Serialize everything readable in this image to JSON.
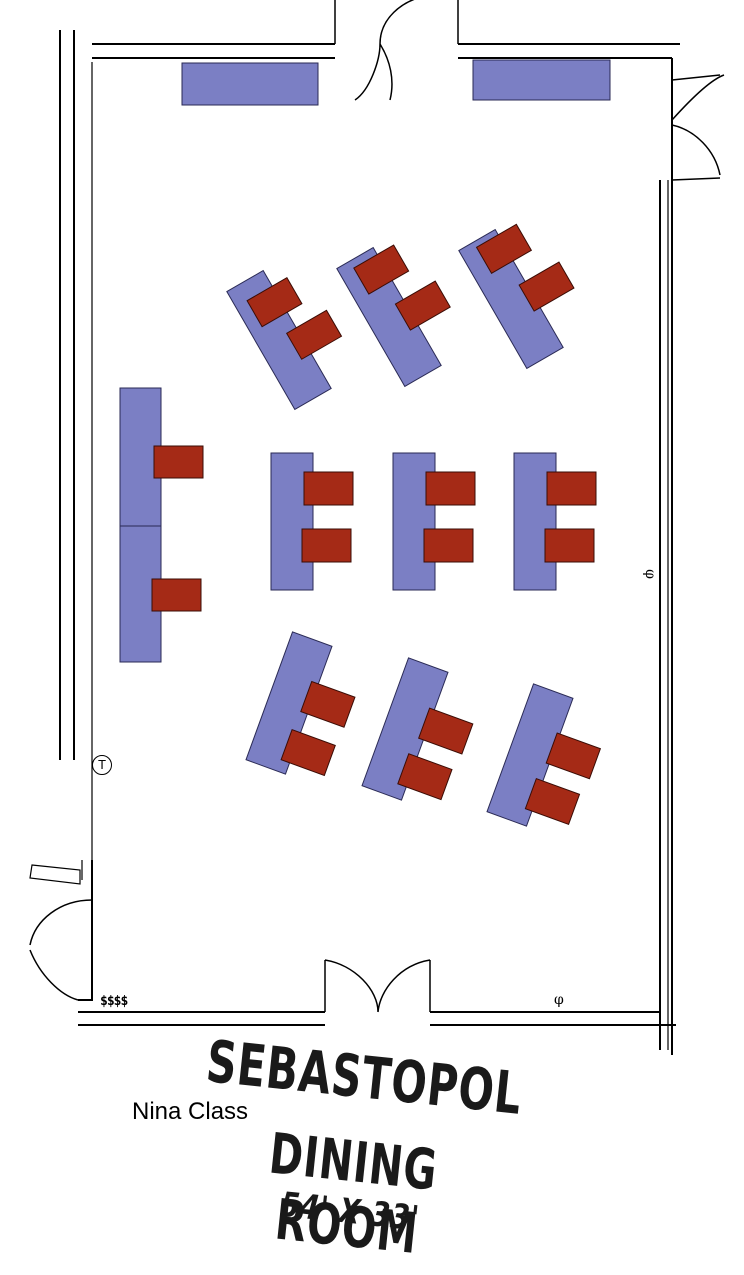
{
  "label": "Nina Class",
  "stamp": {
    "title": "SEBASTOPOL",
    "subtitle": "DINING ROOM",
    "dimensions": "54' X 33'"
  },
  "symbols": {
    "t_marker": "T",
    "outlets": "$$$$",
    "phi_marker": "φ"
  },
  "colors": {
    "table": "#7b7fc4",
    "chair": "#a52a16"
  },
  "layout_summary": {
    "table_groups": 11,
    "chairs": 20,
    "serving_tables": 2
  }
}
